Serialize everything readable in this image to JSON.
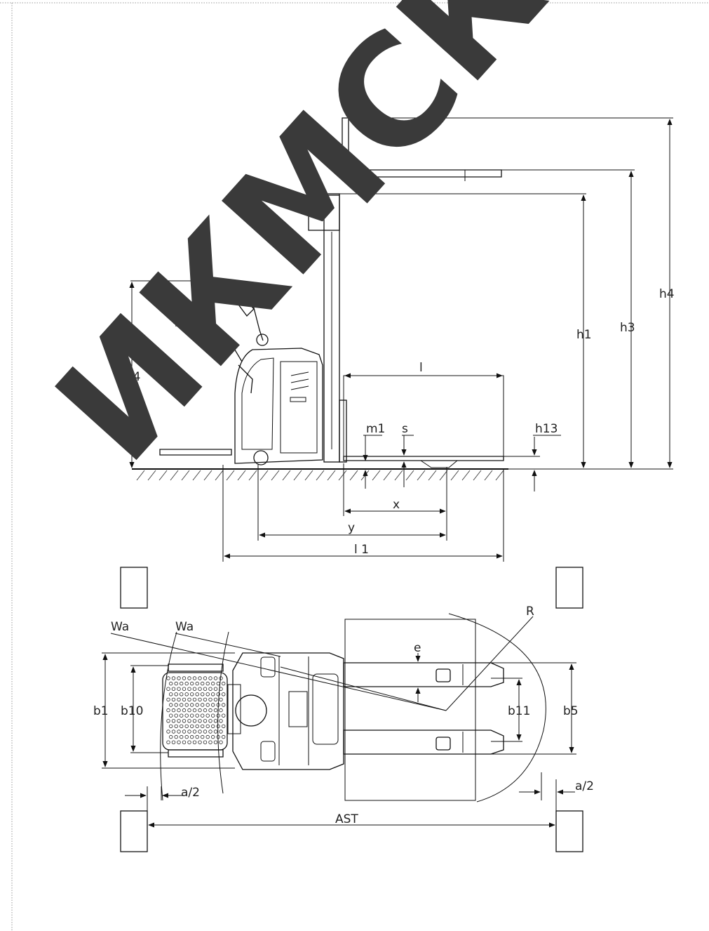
{
  "watermark": {
    "text": "ИКМСК",
    "color": "#3a3a3a"
  },
  "side_view_labels": {
    "h1": "h1",
    "h3": "h3",
    "h4": "h4",
    "h13": "h13",
    "h14": "h14",
    "l": "l",
    "l1": "l 1",
    "m1": "m1",
    "s": "s",
    "x": "x",
    "y": "y"
  },
  "top_view_labels": {
    "wa_left": "Wa",
    "wa_right": "Wa",
    "r": "R",
    "e": "e",
    "b1": "b1",
    "b10": "b10",
    "b11": "b11",
    "b5": "b5",
    "a2_left": "a/2",
    "a2_right": "a/2",
    "ast": "AST"
  },
  "colors": {
    "line": "#111111",
    "frame_dots": "#999999",
    "watermark": "#3a3a3a"
  }
}
